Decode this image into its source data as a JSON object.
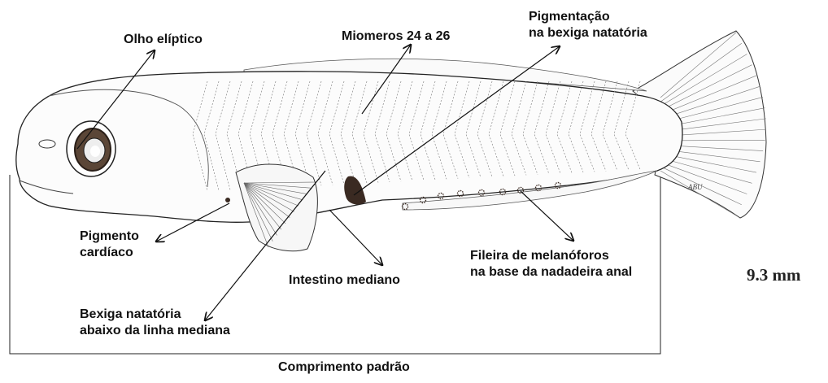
{
  "labels": {
    "eye": "Olho elíptico",
    "myomeres": "Miomeros 24 a 26",
    "swimbladder_pigment_line1": "Pigmentação",
    "swimbladder_pigment_line2": "na bexiga natatória",
    "cardiac_line1": "Pigmento",
    "cardiac_line2": "cardíaco",
    "melanophores_line1": "Fileira de melanóforos",
    "melanophores_line2": "na base da nadadeira anal",
    "intestine": "Intestino mediano",
    "swimbladder_line1": "Bexiga natatória",
    "swimbladder_line2": "abaixo da linha mediana",
    "standard_length": "Comprimento padrão"
  },
  "scale_label": "9.3 mm",
  "artist_signature": "ABU",
  "colors": {
    "ink": "#111111",
    "pigment": "#3a2a22",
    "eye_iris": "#5b4637"
  }
}
